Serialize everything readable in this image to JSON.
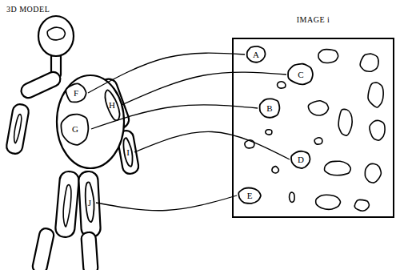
{
  "diagram": {
    "nodes": [
      {
        "text": [
          "F"
        ]
      },
      {
        "text": [
          "H"
        ]
      },
      {
        "text": [
          "G"
        ]
      },
      {
        "text": [
          "I"
        ]
      },
      {
        "text": [
          "J"
        ]
      },
      {
        "text": [
          "IMAGE i"
        ]
      },
      {
        "text": [
          "A"
        ],
        "in": 5
      },
      {
        "text": [
          "C"
        ],
        "in": 5
      },
      {
        "text": [
          "B"
        ],
        "in": 5
      },
      {
        "text": [
          "D"
        ],
        "in": 5
      },
      {
        "text": [
          "E"
        ],
        "in": 5
      }
    ],
    "edges": [
      {
        "from": 0,
        "to": 6,
        "arrow": "none"
      },
      {
        "from": 1,
        "to": 7,
        "arrow": "none"
      },
      {
        "from": 2,
        "to": 8,
        "arrow": "none"
      },
      {
        "from": 3,
        "to": 9,
        "arrow": "none"
      },
      {
        "from": 4,
        "to": 10,
        "arrow": "none"
      }
    ],
    "labels": [
      "3D MODEL"
    ]
  }
}
